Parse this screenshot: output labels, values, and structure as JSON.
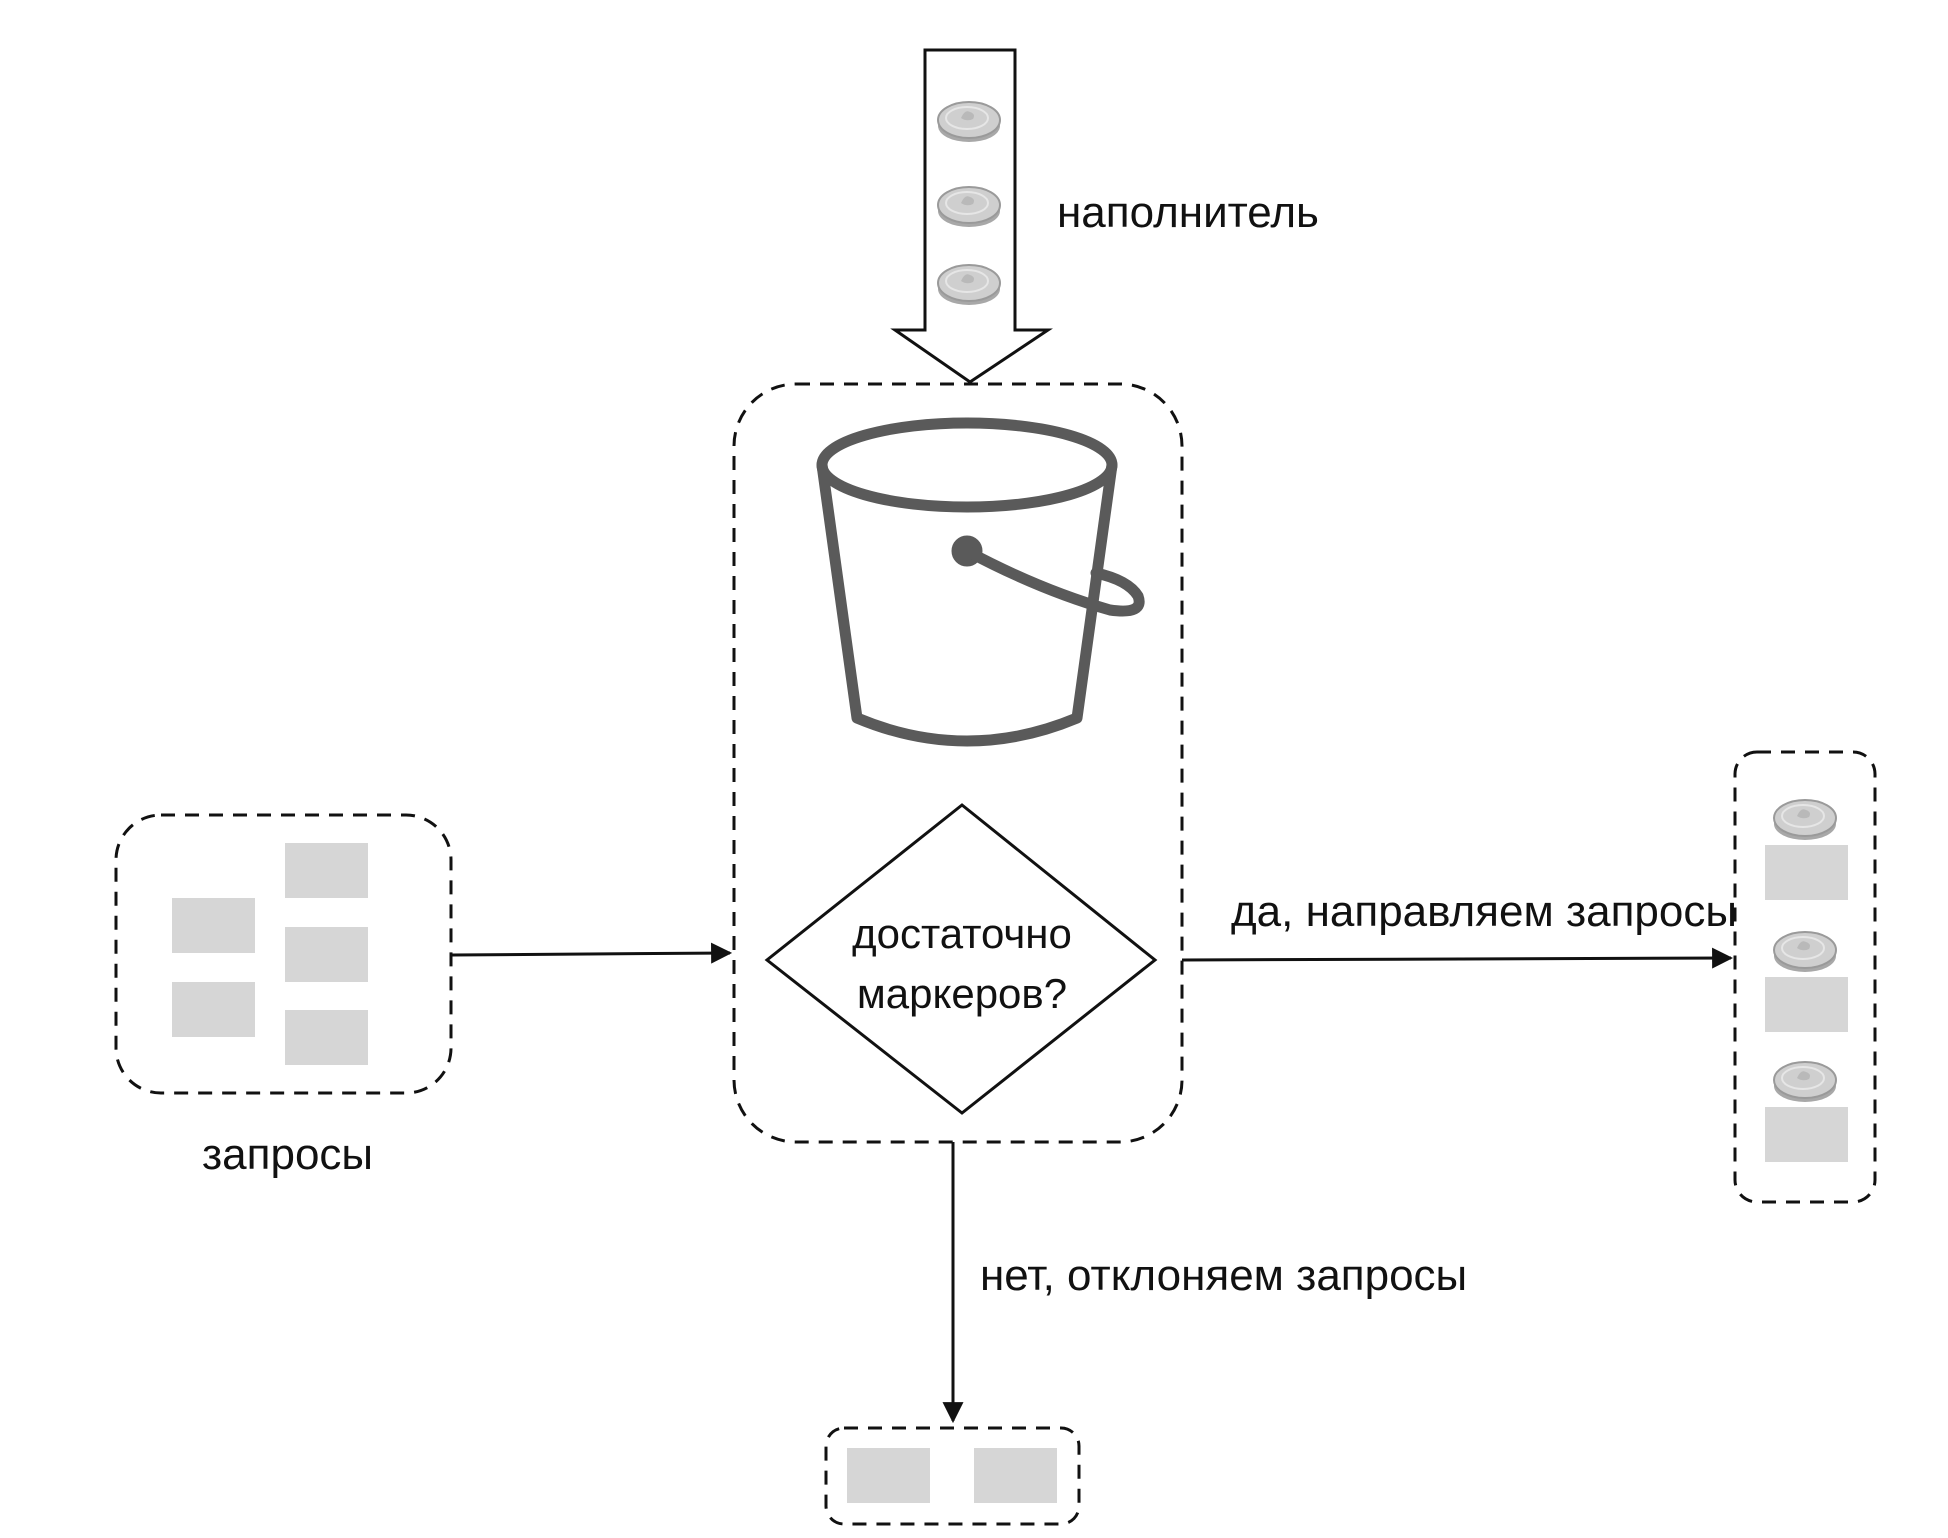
{
  "labels": {
    "filler": "наполнитель",
    "requests": "запросы",
    "question_line1": "достаточно",
    "question_line2": "маркеров?",
    "yes_branch": "да, направляем запросы",
    "no_branch": "нет, отклоняем запросы"
  },
  "icons": {
    "filler_tokens": [
      "token-coin-icon",
      "token-coin-icon",
      "token-coin-icon"
    ],
    "bucket": "bucket-icon",
    "forwarded_tokens": [
      "token-coin-icon",
      "token-coin-icon",
      "token-coin-icon"
    ]
  },
  "colors": {
    "stroke": "#111111",
    "bucket": "#5a5a5a",
    "request_block": "#d6d6d6",
    "coin": "#c9c9c9"
  }
}
